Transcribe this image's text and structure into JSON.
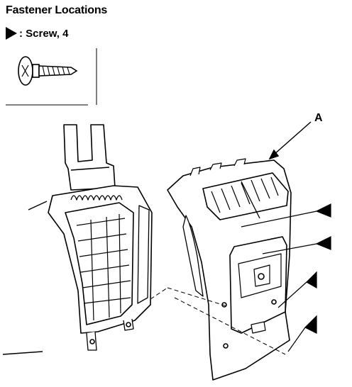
{
  "header": {
    "title": "Fastener Locations"
  },
  "legend": {
    "icon": "filled-triangle-marker",
    "fastener_label": ": Screw, 4"
  },
  "callouts": {
    "part_a_label": "A"
  },
  "parts": {
    "screw_count": 4
  }
}
